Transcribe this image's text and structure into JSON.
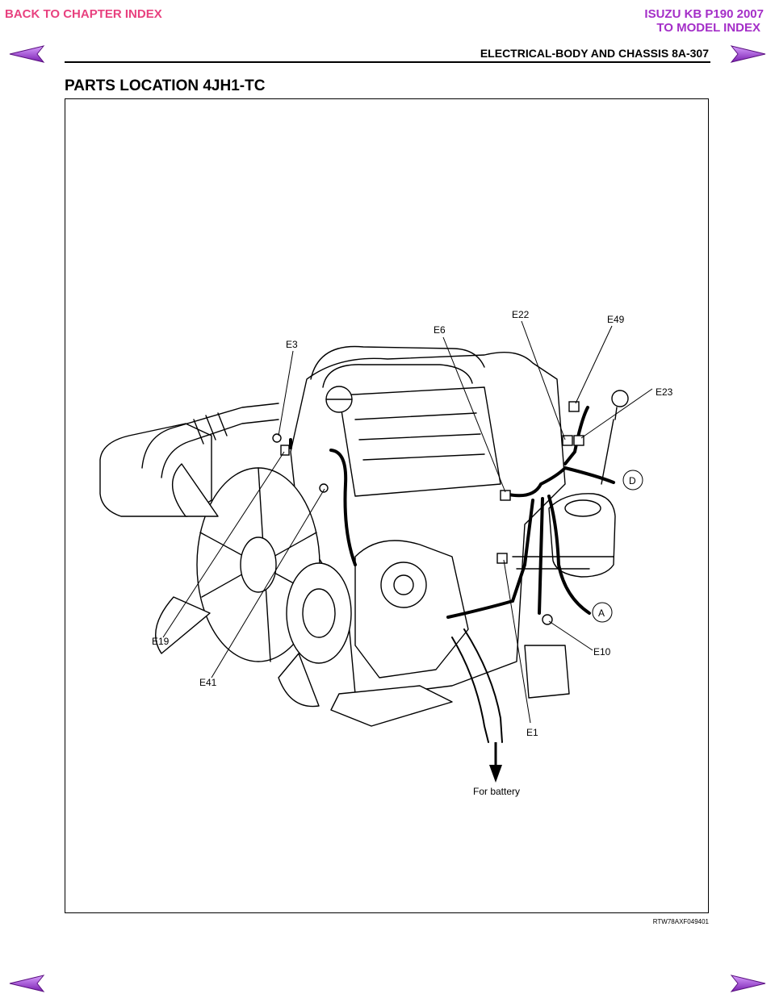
{
  "nav": {
    "back_to_chapter": "BACK TO CHAPTER INDEX",
    "brand": "ISUZU KB P190 2007",
    "to_model": "TO MODEL INDEX",
    "arrow_color": "#a42ec8",
    "link_color": "#e8417f"
  },
  "header": {
    "running_head": "ELECTRICAL-BODY AND CHASSIS  8A-307"
  },
  "section": {
    "title": "PARTS LOCATION 4JH1-TC"
  },
  "figure": {
    "callouts": {
      "e3": "E3",
      "e6": "E6",
      "e22": "E22",
      "e49": "E49",
      "e23": "E23",
      "d": "D",
      "a": "A",
      "e10": "E10",
      "e1": "E1",
      "e19": "E19",
      "e41": "E41",
      "for_battery": "For battery"
    },
    "code": "RTW78AXF049401"
  }
}
